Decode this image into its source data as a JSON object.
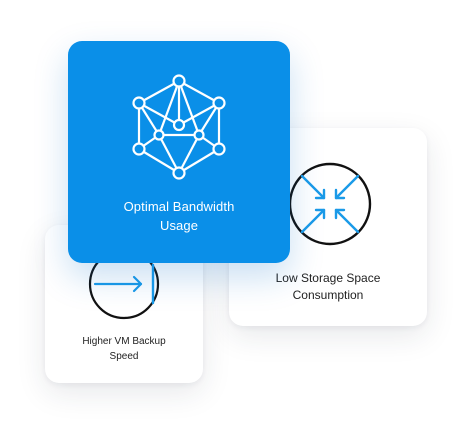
{
  "cards": {
    "bandwidth": {
      "label_line1": "Optimal Bandwidth",
      "label_line2": "Usage",
      "icon": "network-mesh-icon"
    },
    "storage": {
      "label_line1": "Low Storage Space",
      "label_line2": "Consumption",
      "icon": "compress-arrows-icon"
    },
    "vm_backup": {
      "label_line1": "Higher VM Backup",
      "label_line2": "Speed",
      "icon": "arrow-right-to-bar-icon"
    }
  },
  "colors": {
    "accent_blue": "#0a8fe8",
    "icon_blue": "#1a9ae8",
    "text_dark": "#222222",
    "white": "#ffffff"
  }
}
